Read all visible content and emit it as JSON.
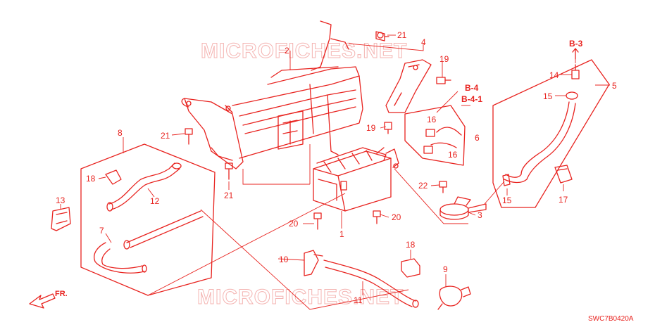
{
  "watermarks": [
    "MICROFICHES.NET",
    "MICROFICHES.NET"
  ],
  "diagram_code": "SWC7B0420A",
  "front_arrow_label": "FR.",
  "references": [
    "B-3",
    "B-4",
    "B-4-1"
  ],
  "callouts": {
    "c1": "1",
    "c2": "2",
    "c3": "3",
    "c4": "4",
    "c5": "5",
    "c6": "6",
    "c7": "7",
    "c8": "8",
    "c9": "9",
    "c10": "10",
    "c11": "11",
    "c12": "12",
    "c13": "13",
    "c14": "14",
    "c15a": "15",
    "c15b": "15",
    "c16a": "16",
    "c16b": "16",
    "c17": "17",
    "c18a": "18",
    "c18b": "18",
    "c19a": "19",
    "c19b": "19",
    "c20a": "20",
    "c20b": "20",
    "c21a": "21",
    "c21b": "21",
    "c21c": "21",
    "c22": "22"
  },
  "colors": {
    "line": "#e8231f",
    "watermark": "#f4b4b2",
    "background": "#ffffff"
  }
}
